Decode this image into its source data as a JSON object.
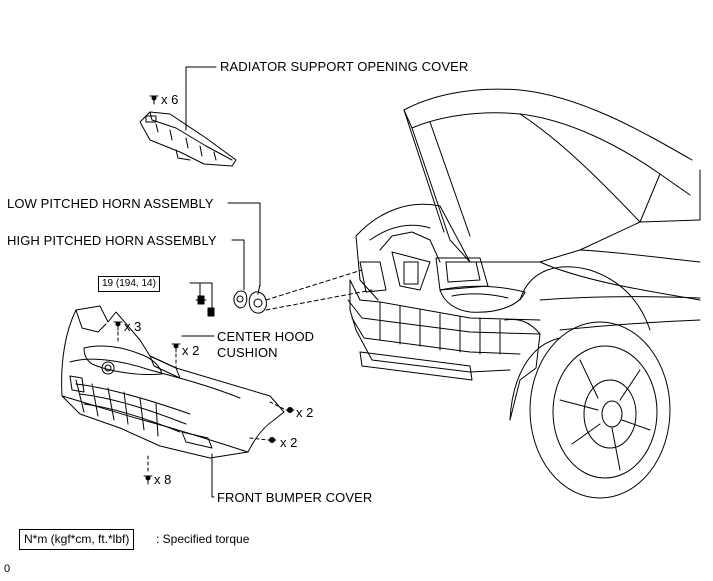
{
  "labels": {
    "radiator_cover": "RADIATOR SUPPORT OPENING COVER",
    "low_horn": "LOW PITCHED HORN ASSEMBLY",
    "high_horn": "HIGH PITCHED HORN ASSEMBLY",
    "hood_cushion_line1": "CENTER HOOD",
    "hood_cushion_line2": "CUSHION",
    "bumper_cover": "FRONT BUMPER COVER"
  },
  "quantities": {
    "radiator_clips": "x 6",
    "bumper_top_clips": "x 3",
    "hood_cushion": "x 2",
    "side_upper": "x 2",
    "side_lower": "x 2",
    "bottom": "x 8"
  },
  "torque": {
    "value": "19 (194, 14)"
  },
  "legend": {
    "box": "N*m (kgf*cm, ft.*lbf)",
    "text": ": Specified torque"
  },
  "corner_mark": "0",
  "colors": {
    "line": "#000000",
    "background": "#ffffff"
  }
}
